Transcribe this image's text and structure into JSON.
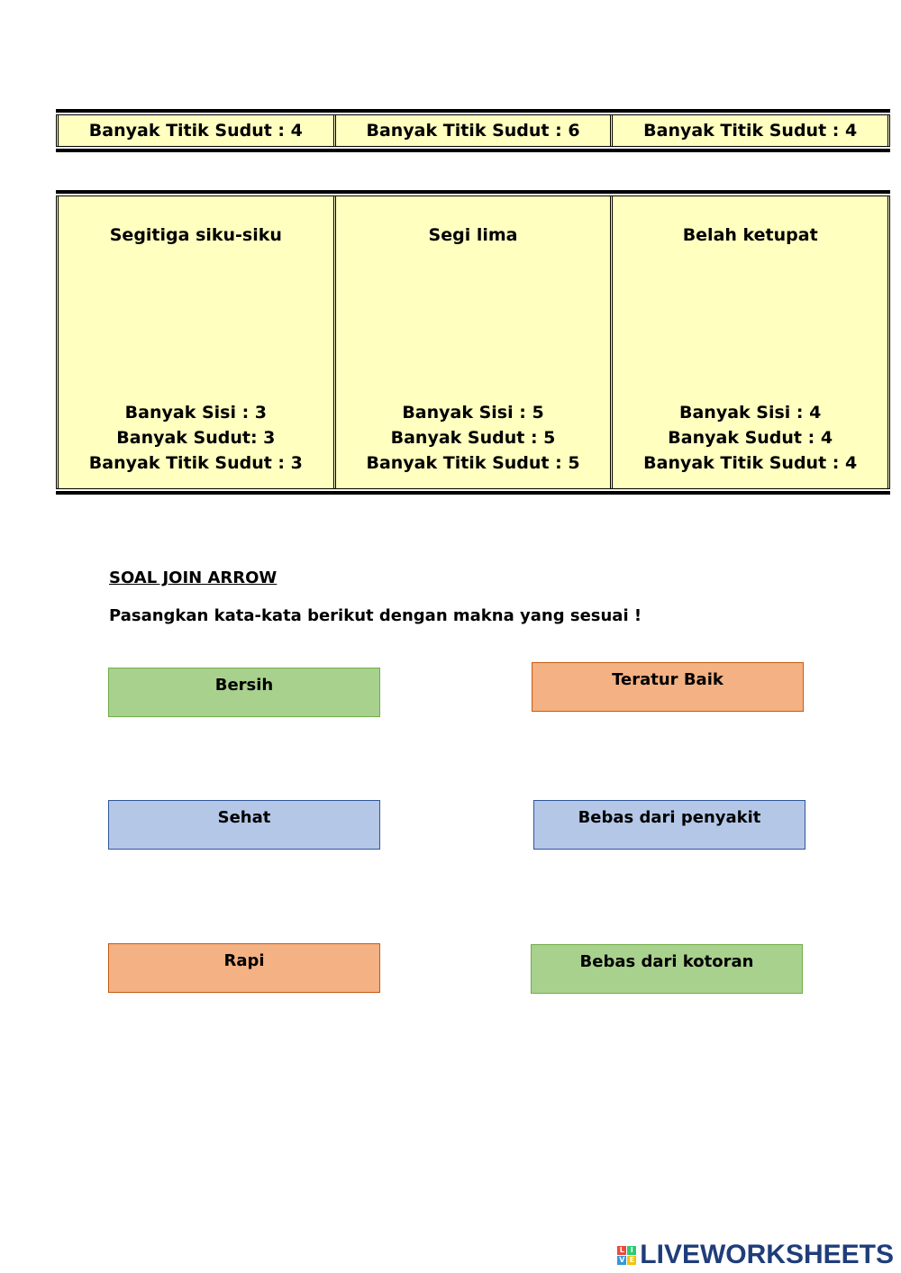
{
  "table_top": {
    "cells": [
      "Banyak Titik Sudut : 4",
      "Banyak Titik Sudut : 6",
      "Banyak Titik Sudut : 4"
    ]
  },
  "table_shapes": {
    "cells": [
      {
        "name": "Segitiga siku-siku",
        "sisi": "Banyak Sisi : 3",
        "sudut": "Banyak Sudut: 3",
        "titik": "Banyak Titik Sudut : 3"
      },
      {
        "name": "Segi lima",
        "sisi": "Banyak Sisi : 5",
        "sudut": "Banyak Sudut : 5",
        "titik": "Banyak Titik Sudut : 5"
      },
      {
        "name": "Belah ketupat",
        "sisi": "Banyak Sisi : 4",
        "sudut": "Banyak Sudut : 4",
        "titik": "Banyak Titik Sudut : 4"
      }
    ]
  },
  "join_arrow": {
    "title": "SOAL JOIN ARROW",
    "instruction": "Pasangkan kata-kata berikut dengan makna yang sesuai !",
    "left": [
      "Bersih",
      "Sehat",
      "Rapi"
    ],
    "right": [
      "Teratur Baik",
      "Bebas dari penyakit",
      "Bebas dari kotoran"
    ],
    "colors": {
      "green": "#a9d18e",
      "orange": "#f4b183",
      "blue": "#b4c7e7"
    }
  },
  "brand": {
    "text": "LIVEWORKSHEETS",
    "icon_letters": [
      "L",
      "I",
      "V",
      "E"
    ],
    "icon_colors": [
      "#e84c3d",
      "#2ecc71",
      "#3498db",
      "#f1c40f"
    ]
  }
}
